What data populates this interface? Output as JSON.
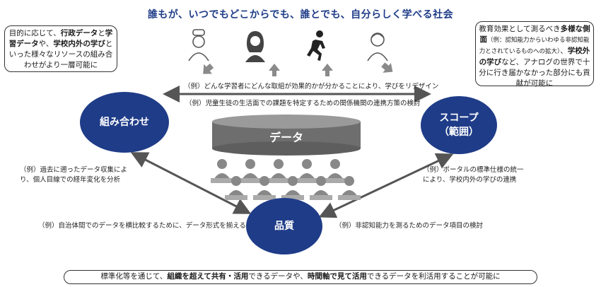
{
  "title": "誰もが、いつでもどこからでも、誰とでも、自分らしく学べる社会",
  "callout_left": {
    "parts": [
      {
        "text": "目的に応じて、",
        "bold": false
      },
      {
        "text": "行政データ",
        "bold": true
      },
      {
        "text": "と",
        "bold": false
      },
      {
        "text": "学習データ",
        "bold": true
      },
      {
        "text": "や、",
        "bold": false
      },
      {
        "text": "学校内外の学び",
        "bold": true
      },
      {
        "text": "といった様々なリソースの組み合わせがより一層可能に",
        "bold": false
      }
    ]
  },
  "callout_right": {
    "parts": [
      {
        "text": "教育効果として測るべき",
        "bold": false,
        "small": false
      },
      {
        "text": "多様な側面",
        "bold": true,
        "small": false
      },
      {
        "text": "（例：認知能力からいわゆる非認知能力とされているものへの拡大）",
        "bold": false,
        "small": true
      },
      {
        "text": "、",
        "bold": false,
        "small": false
      },
      {
        "text": "学校外の学び",
        "bold": true,
        "small": false
      },
      {
        "text": "など、アナログの世界で十分に行き届かなかった部分にも貢献が可能に",
        "bold": false,
        "small": false
      }
    ]
  },
  "nodes": {
    "combination": "組み合わせ",
    "scope": "スコープ\n（範囲）",
    "quality": "品質"
  },
  "annotations": {
    "top1": "（例）どんな学習者にどんな取組が効果的かが分かることにより、学びをリデザイン",
    "top2": "（例）児童生徒の生活面での課題を特定するための関係機関の連携方策の検討",
    "left1_line1": "（例）過去に遡ったデータ収集によ",
    "left1_line2": "り、個人目線での経年変化を分析",
    "right1_line1": "（例）ポータルの標準仕様の統一",
    "right1_line2": "により、学校内外の学びの連携",
    "bottom_left": "（例）自治体間でのデータを横比較するために、データ形式を揃える",
    "bottom_right": "（例）非認知能力を測るためのデータ項目の検討"
  },
  "data_label": "データ",
  "banner": {
    "parts": [
      {
        "text": "標準化等を通じて、",
        "bold": false
      },
      {
        "text": "組織を超えて共有・活用",
        "bold": true
      },
      {
        "text": "できるデータや、",
        "bold": false
      },
      {
        "text": "時間軸で見て活用",
        "bold": true
      },
      {
        "text": "できるデータを利活用することが可能に",
        "bold": false
      }
    ]
  },
  "colors": {
    "navy": "#1f3c88",
    "gray_dark": "#555555",
    "gray_mid": "#8a8a8a",
    "gray_light": "#bdbdbd"
  },
  "icons": [
    "chef-person-icon",
    "woman-person-icon",
    "running-person-icon",
    "girl-person-icon"
  ]
}
